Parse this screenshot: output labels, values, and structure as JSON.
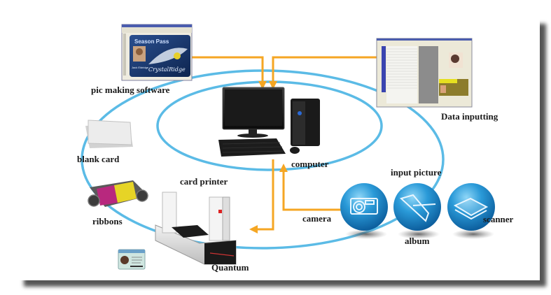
{
  "title": "ID card printing system diagram",
  "colors": {
    "ring": "#5bbbe6",
    "arrow": "#f5a623",
    "sphere": "#1e8fd0",
    "sphere_highlight": "#8fd6f7",
    "label": "#1a1a1a"
  },
  "nodes": {
    "pic_software": {
      "label": "pic making software",
      "icon": "card-design-software-icon",
      "card_text": "Season Pass",
      "card_brand": "CrystalRidge",
      "card_name": "Jack Eldridge"
    },
    "data_input": {
      "label": "Data inputting",
      "icon": "database-software-icon"
    },
    "computer": {
      "label": "computer",
      "icon": "desktop-computer-icon"
    },
    "blank_card": {
      "label": "blank card",
      "icon": "blank-card-stack-icon"
    },
    "card_printer": {
      "label": "card printer",
      "icon": "card-printer-icon"
    },
    "ribbons": {
      "label": "ribbons",
      "icon": "ribbon-cartridge-icon"
    },
    "quantum": {
      "label": "Quantum",
      "icon": "id-card-icon"
    },
    "input_picture": {
      "label": "input picture"
    },
    "camera": {
      "label": "camera",
      "icon": "camera-icon"
    },
    "album": {
      "label": "album",
      "icon": "album-icon"
    },
    "scanner": {
      "label": "scanner",
      "icon": "scanner-icon"
    }
  }
}
